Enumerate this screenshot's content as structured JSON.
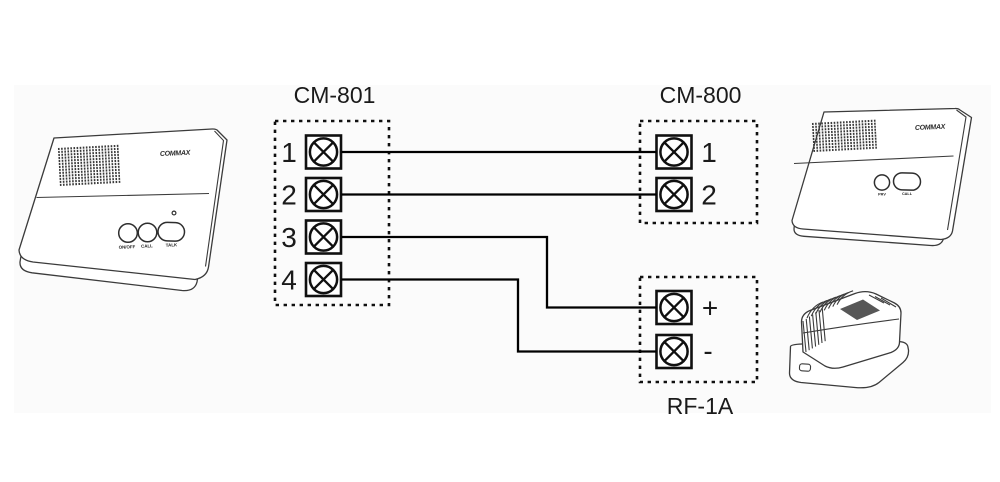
{
  "diagram": {
    "cm801": {
      "title": "CM-801",
      "terminals": [
        {
          "label": "1"
        },
        {
          "label": "2"
        },
        {
          "label": "3"
        },
        {
          "label": "4"
        }
      ]
    },
    "cm800": {
      "title": "CM-800",
      "terminals": [
        {
          "label": "1"
        },
        {
          "label": "2"
        }
      ]
    },
    "rf1a": {
      "title": "RF-1A",
      "terminals": [
        {
          "label": "+"
        },
        {
          "label": "-"
        }
      ]
    },
    "connections": [
      {
        "from": "CM-801 terminal 1",
        "to": "CM-800 terminal 1"
      },
      {
        "from": "CM-801 terminal 2",
        "to": "CM-800 terminal 2"
      },
      {
        "from": "CM-801 terminal 3",
        "to": "RF-1A terminal +"
      },
      {
        "from": "CM-801 terminal 4",
        "to": "RF-1A terminal -"
      }
    ]
  },
  "devices": {
    "left_intercom": {
      "brand": "COMMAX",
      "buttons": [
        "ON/OFF",
        "CALL",
        "TALK"
      ]
    },
    "right_intercom": {
      "brand": "COMMAX",
      "buttons": [
        "PRV",
        "CALL"
      ]
    }
  },
  "colors": {
    "diagram_line": "#000000",
    "device_line": "#3b3b3b",
    "background": "#ffffff",
    "panel": "#fbfbfb",
    "psu_label_patch": "#575757"
  }
}
